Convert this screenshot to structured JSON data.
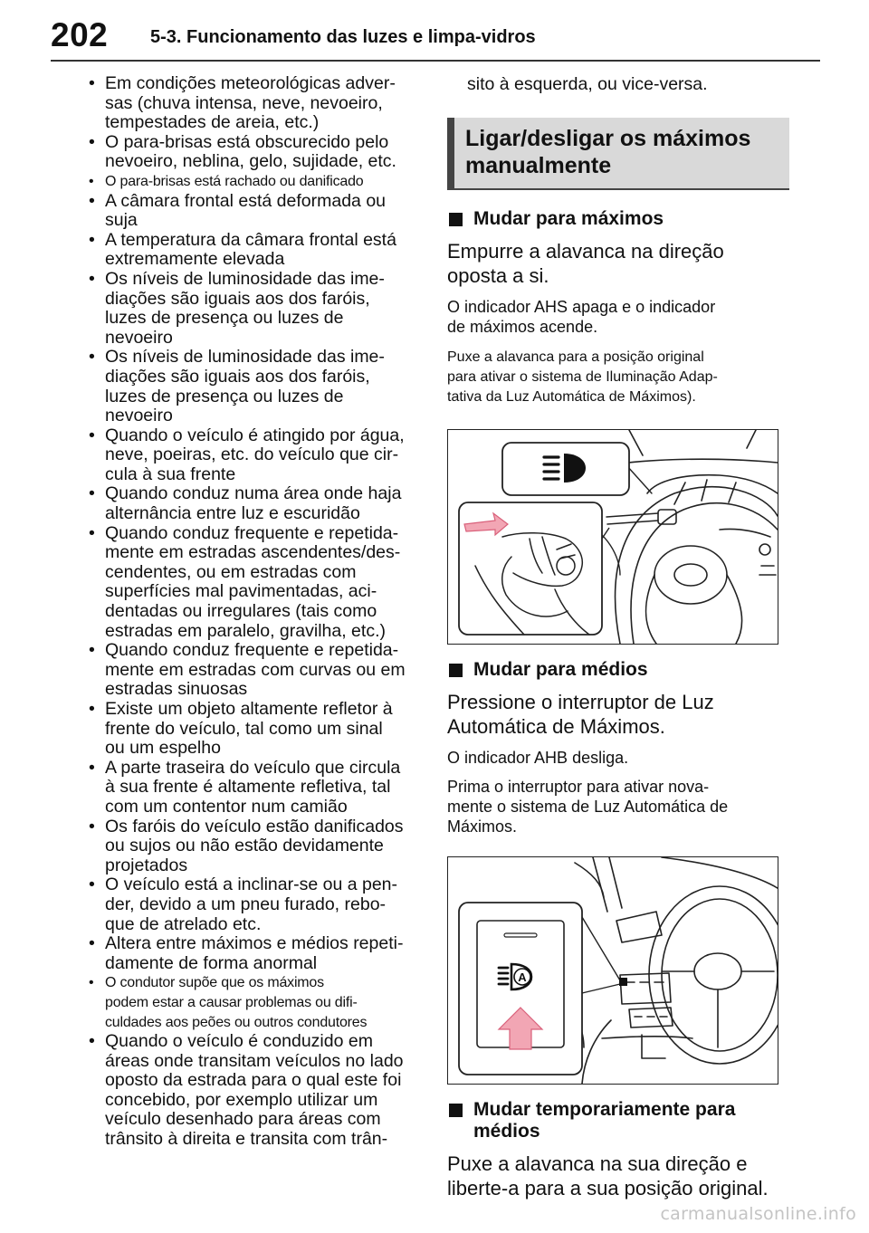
{
  "header": {
    "page_number": "202",
    "chapter": "5-3. Funcionamento das luzes e limpa-vidros"
  },
  "left_column": {
    "bullets": [
      {
        "text": "Em condições meteorológicas adver-\nsas (chuva intensa, neve, nevoeiro,\ntempestades de areia, etc.)",
        "small": false
      },
      {
        "text": "O para-brisas está obscurecido pelo\nnevoeiro, neblina, gelo, sujidade, etc.",
        "small": false
      },
      {
        "text": "O para-brisas está rachado ou danificado",
        "small": true
      },
      {
        "text": "A câmara frontal está deformada ou\nsuja",
        "small": false
      },
      {
        "text": "A temperatura da câmara frontal está\nextremamente elevada",
        "small": false
      },
      {
        "text": "Os níveis de luminosidade das ime-\ndiações são iguais aos dos faróis,\nluzes de presença ou luzes de\nnevoeiro",
        "small": false
      },
      {
        "text": "Os níveis de luminosidade das ime-\ndiações são iguais aos dos faróis,\nluzes de presença ou luzes de\nnevoeiro",
        "small": false
      },
      {
        "text": "Quando o veículo é atingido por água,\nneve, poeiras, etc. do veículo que cir-\ncula à sua frente",
        "small": false
      },
      {
        "text": "Quando conduz numa área onde haja\nalternância entre luz e escuridão",
        "small": false
      },
      {
        "text": "Quando conduz frequente e repetida-\nmente em estradas ascendentes/des-\ncendentes, ou em estradas com\nsuperfícies mal pavimentadas, aci-\ndentadas ou irregulares (tais como\nestradas em paralelo, gravilha, etc.)",
        "small": false
      },
      {
        "text": "Quando conduz frequente e repetida-\nmente em estradas com curvas ou em\nestradas sinuosas",
        "small": false
      },
      {
        "text": "Existe um objeto altamente refletor à\nfrente do veículo, tal como um sinal\nou um espelho",
        "small": false
      },
      {
        "text": "A parte traseira do veículo que circula\nà sua frente é altamente refletiva, tal\ncom um contentor num camião",
        "small": false
      },
      {
        "text": "Os faróis do veículo estão danificados\nou sujos ou não estão devidamente\nprojetados",
        "small": false
      },
      {
        "text": "O veículo está a inclinar-se ou a pen-\nder, devido a um pneu furado, rebo-\nque de atrelado etc.",
        "small": false
      },
      {
        "text": "Altera entre máximos e médios repeti-\ndamente de forma anormal",
        "small": false
      },
      {
        "text": "O condutor supõe que os máximos\npodem estar a causar problemas ou difi-\nculdades aos peões ou outros condutores",
        "small": true
      },
      {
        "text": "Quando o veículo é conduzido em\náreas onde transitam veículos no lado\noposto da estrada para o qual este foi\nconcebido, por exemplo utilizar um\nveículo desenhado para áreas com\ntrânsito à direita e transita com trân-",
        "small": false
      }
    ]
  },
  "right_column": {
    "continuation": "sito à esquerda, ou vice-versa.",
    "section_title": "Ligar/desligar os máximos\nmanualmente",
    "high_beam": {
      "heading": "Mudar para máximos",
      "instruction": "Empurre a alavanca na direção\noposta a si.",
      "note1": "O indicador AHS apaga e o indicador\nde máximos acende.",
      "note2": "Puxe a alavanca para a posição original\npara ativar o sistema de Iluminação Adap-\ntativa da Luz Automática de Máximos)."
    },
    "low_beam": {
      "heading": "Mudar para médios",
      "instruction": "Pressione o interruptor de Luz\nAutomática de Máximos.",
      "note1": "O indicador AHB desliga.",
      "note2": "Prima o interruptor para ativar nova-\nmente o sistema de Luz Automática de\nMáximos.",
      "switch_symbol": "A"
    },
    "temporary": {
      "heading": "Mudar temporariamente para\nmédios",
      "instruction": "Puxe a alavanca na sua direção e\nliberte-a para a sua posição original."
    }
  },
  "watermark": "carmanualsonline.info",
  "colors": {
    "arrow_fill": "#f2a6b4",
    "arrow_stroke": "#d9607a",
    "section_bg": "#d9d9d9"
  }
}
